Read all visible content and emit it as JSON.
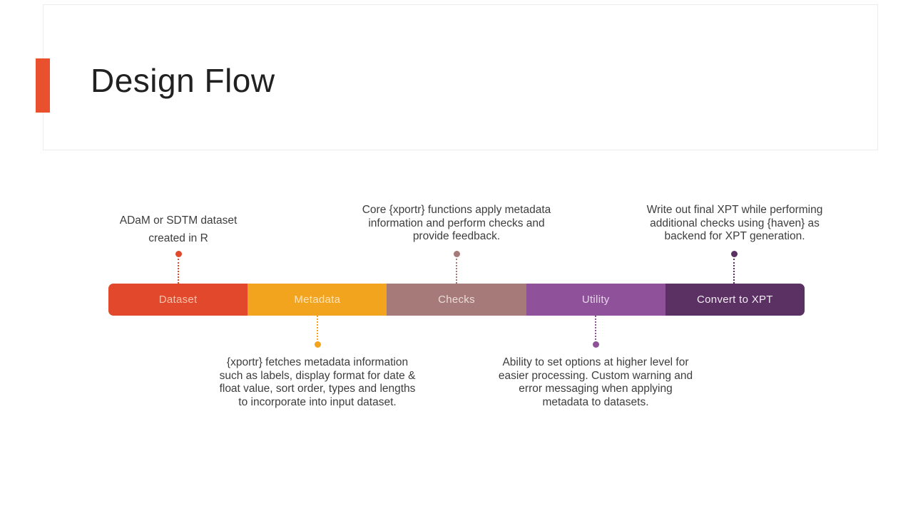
{
  "slide": {
    "title": "Design Flow",
    "accent_color": "#E8502E",
    "text_color": "#3D3D3D"
  },
  "flow": {
    "segments": [
      {
        "label": "Dataset",
        "color": "#E2492C",
        "label_color": "#F8C3AB"
      },
      {
        "label": "Metadata",
        "color": "#F2A41E",
        "label_color": "#FBE4BB"
      },
      {
        "label": "Checks",
        "color": "#A57A78",
        "label_color": "#EBDCDA"
      },
      {
        "label": "Utility",
        "color": "#90519B",
        "label_color": "#E8D5EC"
      },
      {
        "label": "Convert to XPT",
        "color": "#5A3162",
        "label_color": "#F3ECF4"
      }
    ],
    "notes": {
      "dataset": "ADaM or SDTM dataset\ncreated in R",
      "metadata": "{xportr} fetches metadata information\nsuch as labels, display format for date &\nfloat value, sort order, types and lengths\nto incorporate into input dataset.",
      "checks": "Core {xportr} functions apply metadata\ninformation and perform checks and\nprovide feedback.",
      "utility": "Ability to set options at higher level for\neasier processing. Custom warning and\nerror messaging when applying\nmetadata to datasets.",
      "convert_to_xpt": "Write out final XPT while performing\nadditional checks using {haven} as\nbackend for XPT generation."
    }
  }
}
